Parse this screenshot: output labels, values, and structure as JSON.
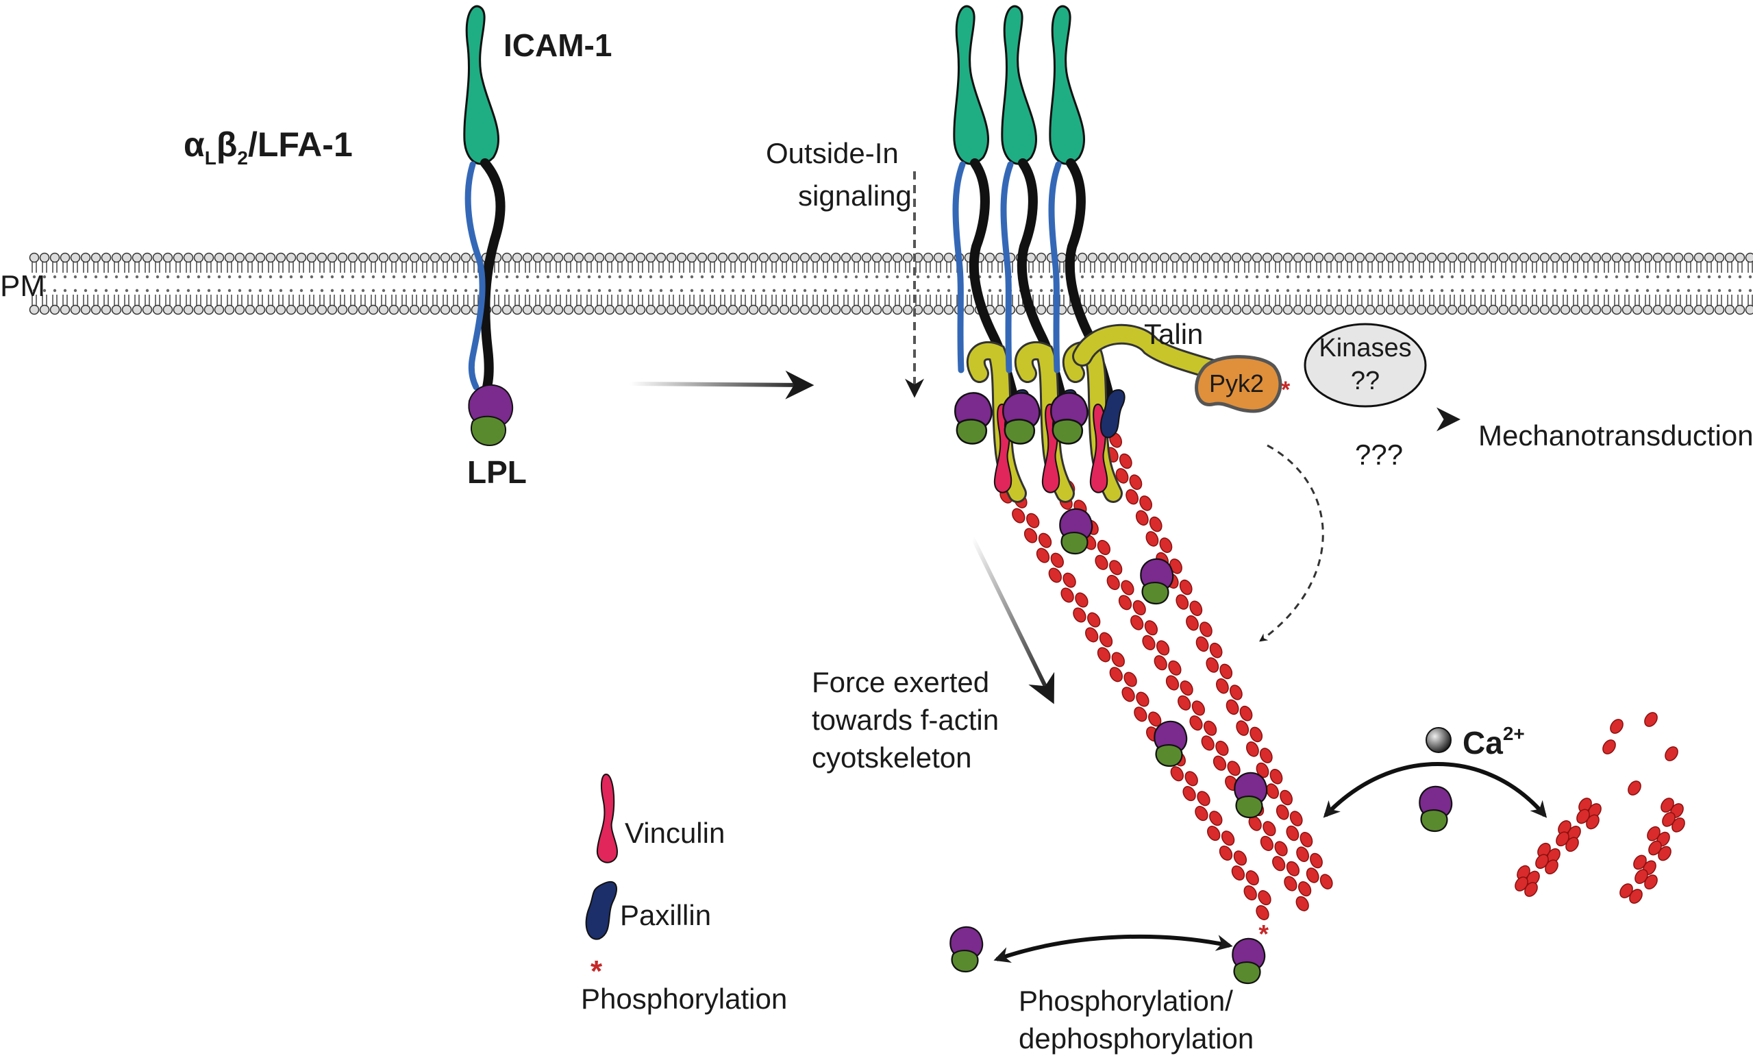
{
  "labels": {
    "icam": "ICAM-1",
    "lfa_alpha": "α",
    "lfa_alpha_sub": "L",
    "lfa_beta": "β",
    "lfa_beta_sub": "2",
    "lfa_rest": "/LFA-1",
    "pm": "PM",
    "lpl": "LPL",
    "outside_in_1": "Outside-In",
    "outside_in_2": "signaling",
    "talin": "Talin",
    "pyk2": "Pyk2",
    "kinases_1": "Kinases",
    "kinases_2": "??",
    "unknown": "???",
    "mechanotransduction": "Mechanotransduction",
    "force_1": "Force exerted",
    "force_2": "towards f-actin",
    "force_3": "cyotskeleton",
    "ca": "Ca",
    "ca_sup": "2+",
    "phospho_1": "Phosphorylation/",
    "phospho_2": "dephosphorylation"
  },
  "legend": [
    {
      "label": "Vinculin",
      "icon": "vinculin-icon"
    },
    {
      "label": "Paxillin",
      "icon": "paxillin-icon"
    },
    {
      "label": "Phosphorylation",
      "icon": "phosphorylation-star-icon"
    }
  ],
  "colors": {
    "icam": "#1fae83",
    "alpha_chain": "#3468b7",
    "beta_chain": "#111111",
    "lpl_purple": "#7b2a8e",
    "lpl_green": "#5a8a2e",
    "talin": "#c8c52a",
    "pyk2": "#e0903a",
    "vinculin": "#e0265a",
    "paxillin": "#1c2f6b",
    "actin": "#d92b2b",
    "phospho": "#c62828"
  }
}
